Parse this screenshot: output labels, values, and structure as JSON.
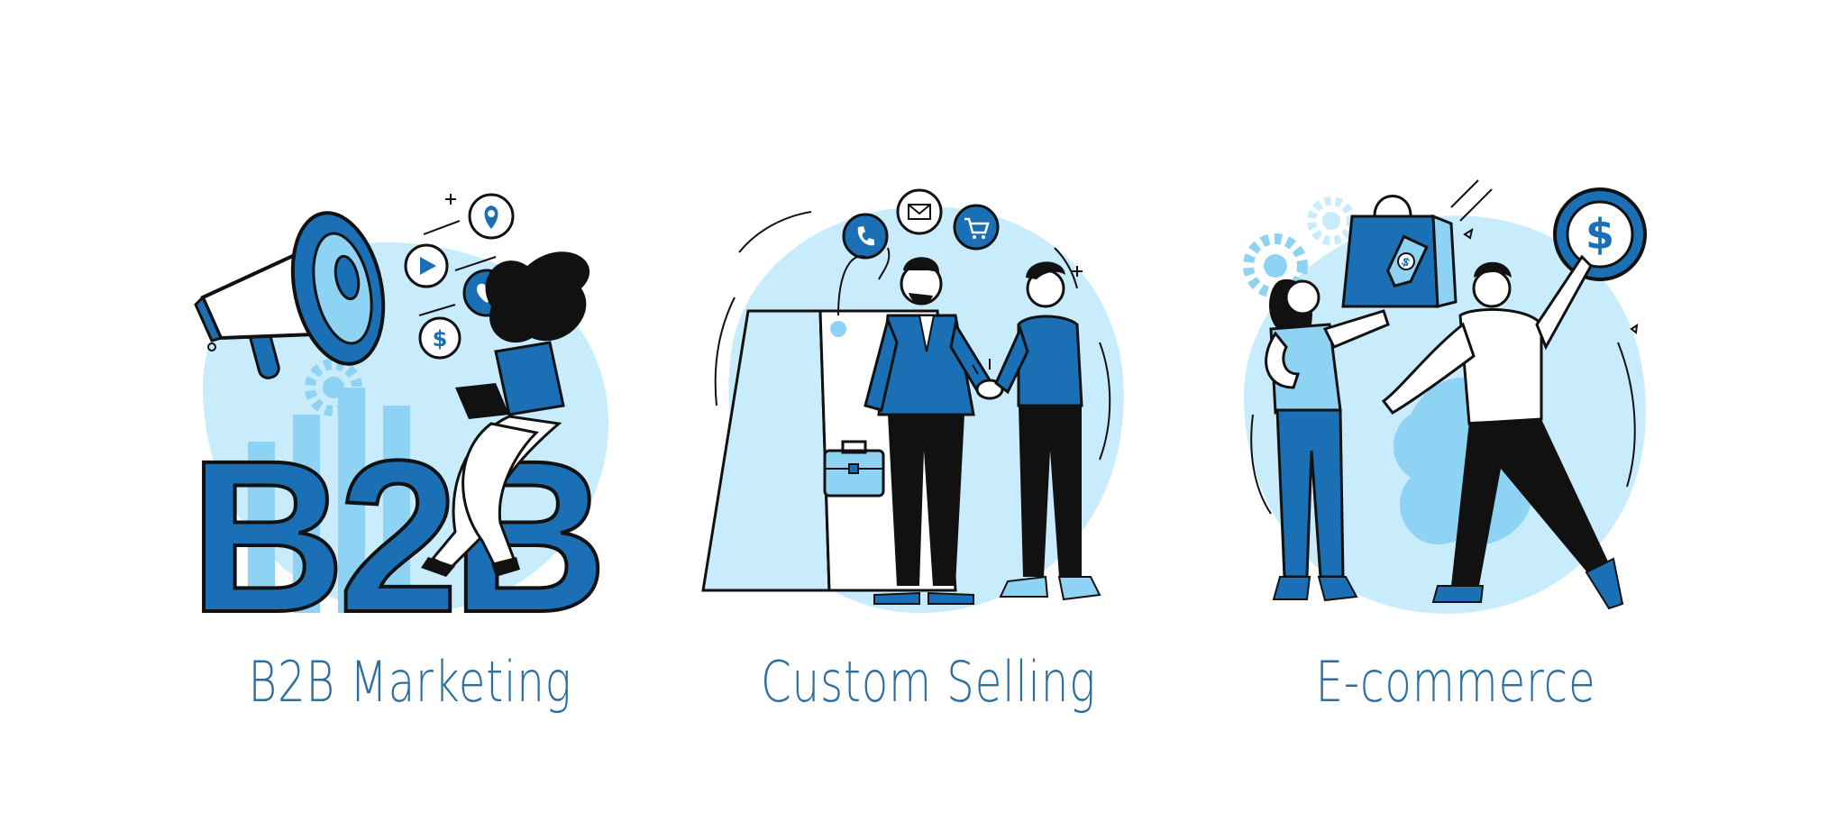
{
  "palette": {
    "primary_blue": "#1a6fb5",
    "light_blue": "#c8ecfb",
    "mid_blue": "#8fd3f4",
    "ink": "#111111",
    "label_color": "#2c6e9e"
  },
  "cards": [
    {
      "label": "B2B Marketing",
      "big_text": "B2B",
      "icons": [
        "megaphone-icon",
        "location-pin-icon",
        "play-icon",
        "heart-icon",
        "dollar-icon",
        "gear-icon",
        "laptop-icon"
      ]
    },
    {
      "label": "Custom Selling",
      "icons": [
        "phone-icon",
        "mail-icon",
        "cart-icon",
        "briefcase-icon",
        "handshake-icon"
      ]
    },
    {
      "label": "E-commerce",
      "icons": [
        "shopping-bag-icon",
        "dollar-coin-icon",
        "gear-icon",
        "price-tag-icon"
      ]
    }
  ]
}
